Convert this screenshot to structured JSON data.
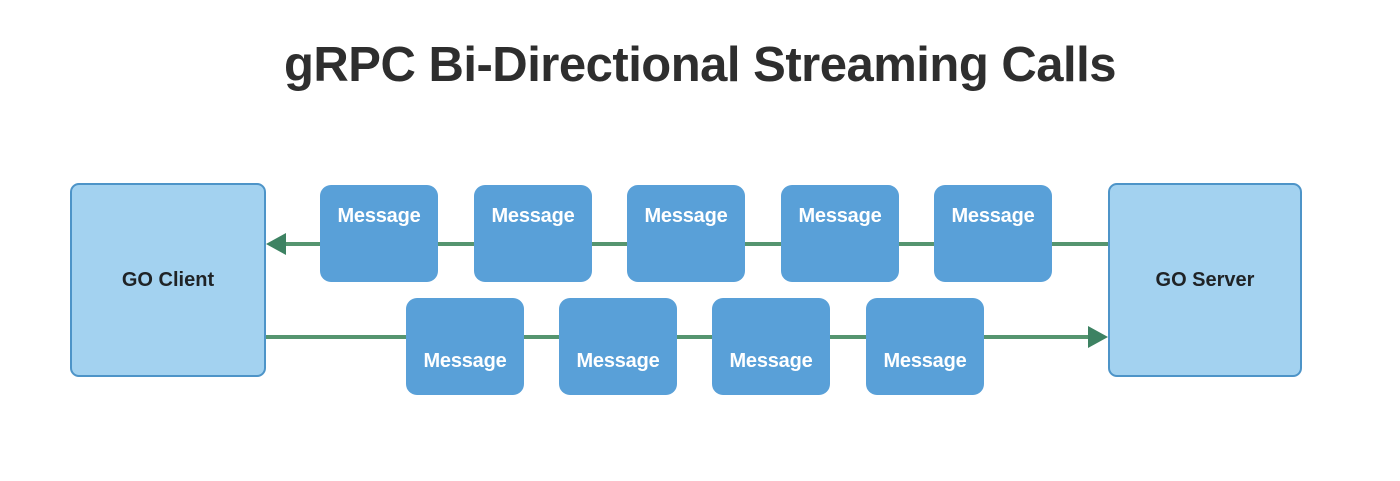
{
  "diagram": {
    "title": "gRPC Bi-Directional Streaming Calls",
    "colors": {
      "title_text": "#2e2e2e",
      "endpoint_fill": "#a3d2f0",
      "endpoint_border": "#4d94c8",
      "message_fill": "#59a0d8",
      "message_text": "#ffffff",
      "connector_line": "#55956f",
      "arrow_head": "#3d8262",
      "background": "#ffffff"
    },
    "endpoints": [
      {
        "id": "client",
        "label": "GO Client"
      },
      {
        "id": "server",
        "label": "GO Server"
      }
    ],
    "flows": [
      {
        "id": "server-to-client",
        "direction": "left",
        "from": "GO Server",
        "to": "GO Client",
        "message_count": 5,
        "messages": [
          {
            "label": "Message"
          },
          {
            "label": "Message"
          },
          {
            "label": "Message"
          },
          {
            "label": "Message"
          },
          {
            "label": "Message"
          }
        ]
      },
      {
        "id": "client-to-server",
        "direction": "right",
        "from": "GO Client",
        "to": "GO Server",
        "message_count": 4,
        "messages": [
          {
            "label": "Message"
          },
          {
            "label": "Message"
          },
          {
            "label": "Message"
          },
          {
            "label": "Message"
          }
        ]
      }
    ]
  }
}
